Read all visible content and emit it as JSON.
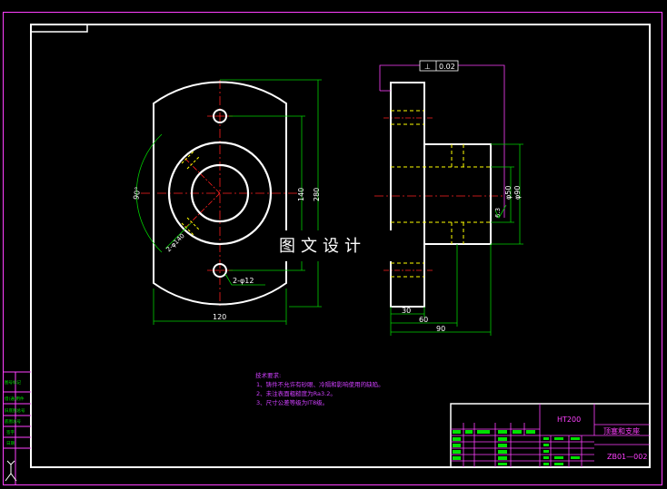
{
  "colors": {
    "background": "#000000",
    "outline": "#ffffff",
    "centerline": "#ff2020",
    "hidden": "#ffff00",
    "dimension": "#00d000",
    "border": "#ff40ff",
    "notes": "#d040ff",
    "tb_green": "#00e000"
  },
  "front_view": {
    "angle_label": "90°",
    "hole_circle_label": "2-φ140",
    "bolt_holes_label": "2-φ12",
    "width_dim": "120",
    "height_dim_inner": "140",
    "height_dim_outer": "280"
  },
  "side_view": {
    "tolerance_symbol": "⊥",
    "tolerance_value": "0.02",
    "diam_inner": "φ50",
    "diam_outer": "φ90",
    "dim_30": "30",
    "dim_60": "60",
    "dim_90": "90",
    "roughness": "6.3"
  },
  "watermark": "图文设计",
  "notes": {
    "title": "技术要求:",
    "items": [
      "1、铸件不允许有砂眼、冷隔和影响使用的缺陷。",
      "2、未注表面粗糙度为Ra3.2。",
      "3、尺寸公差等级为IT8级。"
    ]
  },
  "title_block": {
    "material": "HT200",
    "part_name": "顶塞和支座",
    "drawing_no": "ZB01—002"
  },
  "left_strip": {
    "labels": [
      "图号标记",
      "借(通)用件",
      "旧底图总号",
      "底图总号",
      "签字",
      "日期"
    ]
  }
}
